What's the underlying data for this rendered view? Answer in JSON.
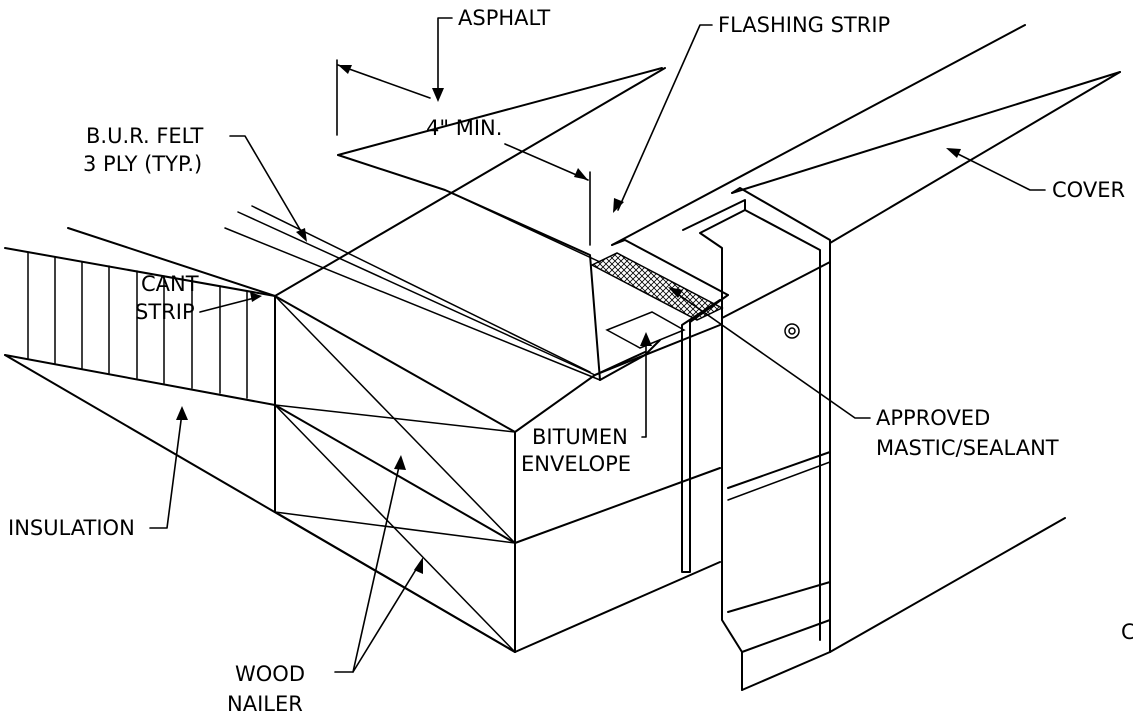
{
  "labels": {
    "asphalt": "ASPHALT",
    "flashing_strip": "FLASHING STRIP",
    "min_dimension": "4\" MIN.",
    "bur_felt_line1": "B.U.R. FELT",
    "bur_felt_line2": "3 PLY (TYP.)",
    "cover": "COVER",
    "cant_line1": "CANT",
    "cant_line2": "STRIP",
    "mastic_line1": "APPROVED",
    "mastic_line2": "MASTIC/SEALANT",
    "bitumen_line1": "BITUMEN",
    "bitumen_line2": "ENVELOPE",
    "insulation": "INSULATION",
    "wood_line1": "WOOD",
    "wood_line2": "NAILER",
    "edge_letter": "C"
  },
  "colors": {
    "ink": "#000000",
    "paper": "#ffffff"
  }
}
